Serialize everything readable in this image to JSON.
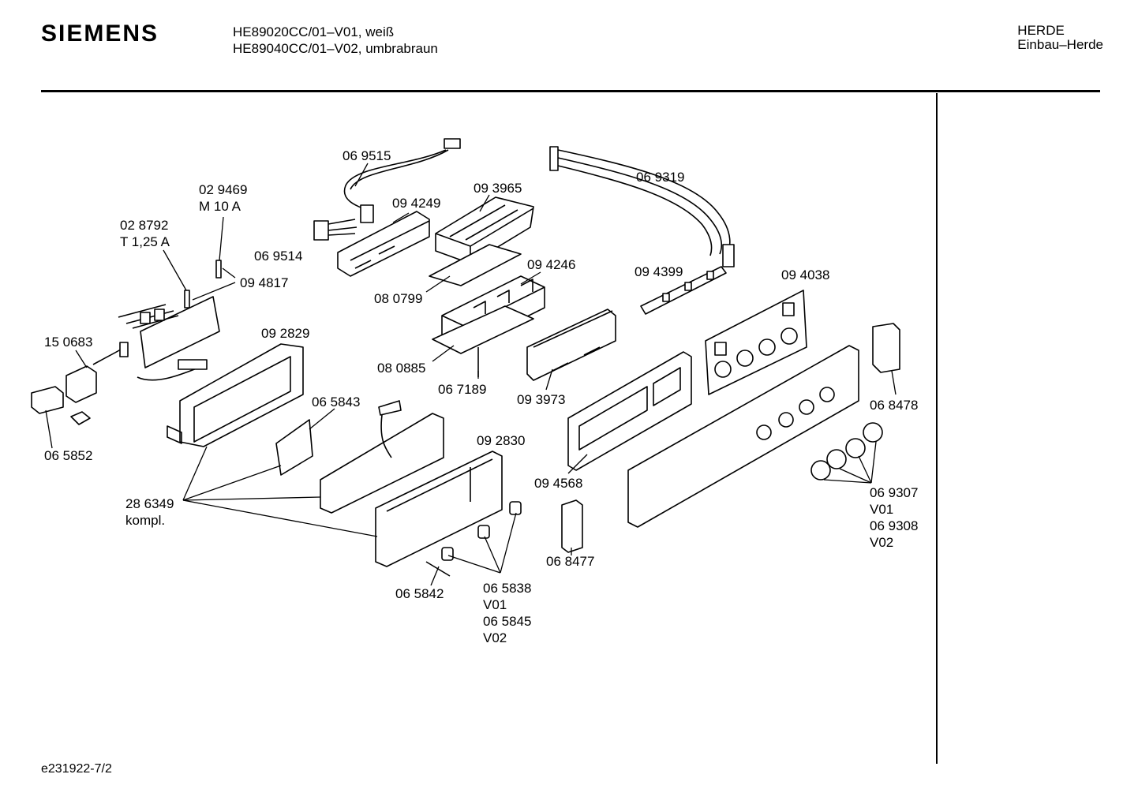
{
  "header": {
    "brand": "SIEMENS",
    "models": [
      "HE89020CC/01–V01, weiß",
      "HE89040CC/01–V02, umbrabraun"
    ],
    "category": [
      "HERDE",
      "Einbau–Herde"
    ]
  },
  "footer": {
    "doc_id": "e231922-7/2"
  },
  "parts": [
    {
      "id": "p069515",
      "lines": [
        "06 9515"
      ]
    },
    {
      "id": "p029469",
      "lines": [
        "02 9469",
        "M 10 A"
      ]
    },
    {
      "id": "p094249",
      "lines": [
        "09 4249"
      ]
    },
    {
      "id": "p093965",
      "lines": [
        "09 3965"
      ]
    },
    {
      "id": "p069319",
      "lines": [
        "06 9319"
      ]
    },
    {
      "id": "p028792",
      "lines": [
        "02 8792",
        "T 1,25 A"
      ]
    },
    {
      "id": "p069514",
      "lines": [
        "06 9514"
      ]
    },
    {
      "id": "p094817",
      "lines": [
        "09 4817"
      ]
    },
    {
      "id": "p094246",
      "lines": [
        "09 4246"
      ]
    },
    {
      "id": "p080799",
      "lines": [
        "08 0799"
      ]
    },
    {
      "id": "p094399",
      "lines": [
        "09 4399"
      ]
    },
    {
      "id": "p094038",
      "lines": [
        "09 4038"
      ]
    },
    {
      "id": "p092829",
      "lines": [
        "09 2829"
      ]
    },
    {
      "id": "p150683",
      "lines": [
        "15 0683"
      ]
    },
    {
      "id": "p080885",
      "lines": [
        "08 0885"
      ]
    },
    {
      "id": "p067189",
      "lines": [
        "06 7189"
      ]
    },
    {
      "id": "p093973",
      "lines": [
        "09 3973"
      ]
    },
    {
      "id": "p065843",
      "lines": [
        "06 5843"
      ]
    },
    {
      "id": "p068478",
      "lines": [
        "06 8478"
      ]
    },
    {
      "id": "p065852",
      "lines": [
        "06 5852"
      ]
    },
    {
      "id": "p092830",
      "lines": [
        "09 2830"
      ]
    },
    {
      "id": "p094568",
      "lines": [
        "09 4568"
      ]
    },
    {
      "id": "p286349",
      "lines": [
        "28 6349",
        "kompl."
      ]
    },
    {
      "id": "p069307",
      "lines": [
        "06 9307",
        "V01",
        "06 9308",
        "V02"
      ]
    },
    {
      "id": "p068477",
      "lines": [
        "06 8477"
      ]
    },
    {
      "id": "p065842",
      "lines": [
        "06 5842"
      ]
    },
    {
      "id": "p065838",
      "lines": [
        "06 5838",
        "V01",
        "06 5845",
        "V02"
      ]
    }
  ]
}
